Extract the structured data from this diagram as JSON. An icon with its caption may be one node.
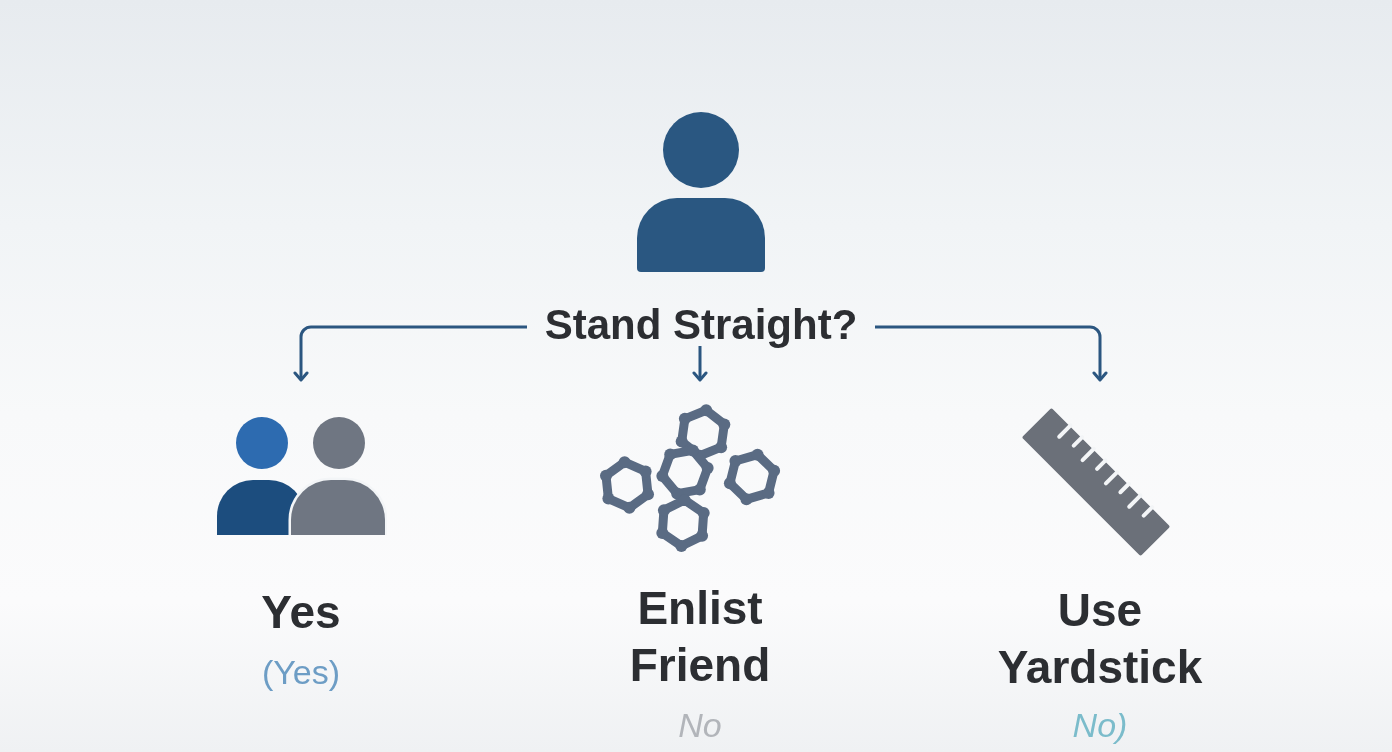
{
  "diagram": {
    "nodes": [
      {
        "text": [
          "Stand Straight?"
        ]
      },
      {
        "text": [
          "Yes",
          "(Yes)"
        ]
      },
      {
        "text": [
          "Enlist Friend",
          "No"
        ]
      },
      {
        "text": [
          "Use Yardstick",
          "No)"
        ]
      }
    ],
    "edges": [
      {
        "from": 0,
        "to": 1,
        "arrow": "to"
      },
      {
        "from": 0,
        "to": 2,
        "arrow": "to"
      },
      {
        "from": 0,
        "to": 3,
        "arrow": "to"
      }
    ]
  }
}
